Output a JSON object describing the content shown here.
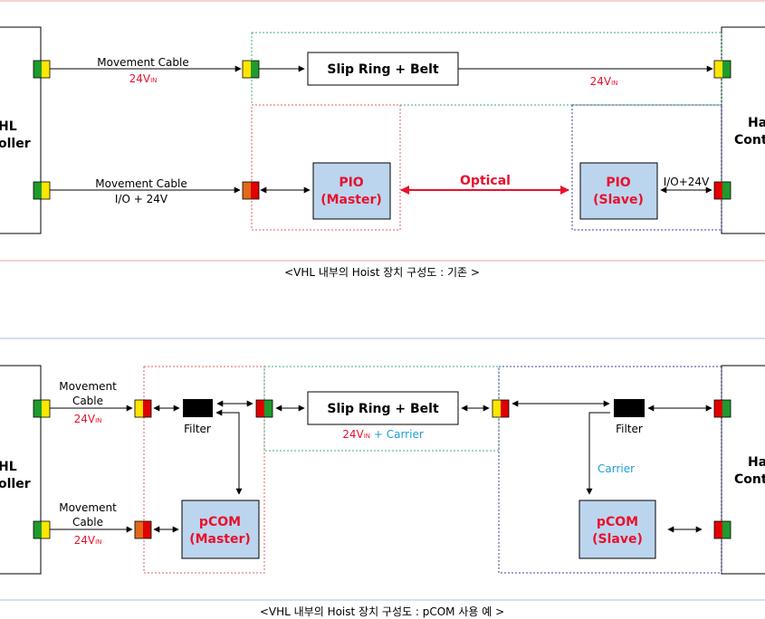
{
  "colors": {
    "red_text": "#e8112d",
    "blue_text": "#1e9cd7",
    "box_fill": "#bcd5ee",
    "connector_green": "#1f9b2e",
    "connector_yellow": "#ffe600",
    "connector_red": "#e00000",
    "connector_orange": "#e0691a",
    "filter_black": "#000000",
    "dotted_green": "#3fae7a",
    "dotted_red": "#e06060",
    "dotted_blue": "#4040a8",
    "separator_red": "#f5a0a0",
    "separator_blue": "#9fc3e0"
  },
  "diagram1": {
    "controller_left": [
      "HL",
      "oller"
    ],
    "controller_right": [
      "Ha",
      "Cont"
    ],
    "cable1_label": "Movement Cable",
    "cable1_power": "24V",
    "cable1_power_sub": "IN",
    "slip_ring": "Slip Ring + Belt",
    "right_power": "24V",
    "right_power_sub": "IN",
    "cable2_label": "Movement Cable",
    "cable2_sub": "I/O + 24V",
    "pio_master": [
      "PIO",
      "(Master)"
    ],
    "optical": "Optical",
    "pio_slave": [
      "PIO",
      "(Slave)"
    ],
    "io_label": "I/O+24V",
    "caption": "<VHL 내부의 Hoist 장치 구성도 : 기존 >"
  },
  "diagram2": {
    "controller_left": [
      "HL",
      "oller"
    ],
    "controller_right": [
      "Ha",
      "Cont"
    ],
    "cable1_label": [
      "Movement",
      "Cable"
    ],
    "cable1_power": "24V",
    "cable1_power_sub": "IN",
    "filter_left": "Filter",
    "slip_ring": "Slip Ring + Belt",
    "carrier_power": "24V",
    "carrier_power_sub": "IN",
    "carrier_plus": " +  Carrier",
    "filter_right": "Filter",
    "carrier_label": "Carrier",
    "cable2_label": [
      "Movement",
      "Cable"
    ],
    "cable2_power": "24V",
    "cable2_power_sub": "IN",
    "pcom_master": [
      "pCOM",
      "(Master)"
    ],
    "pcom_slave": [
      "pCOM",
      "(Slave)"
    ],
    "caption": "<VHL 내부의 Hoist 장치 구성도 : pCOM 사용 예 >"
  }
}
